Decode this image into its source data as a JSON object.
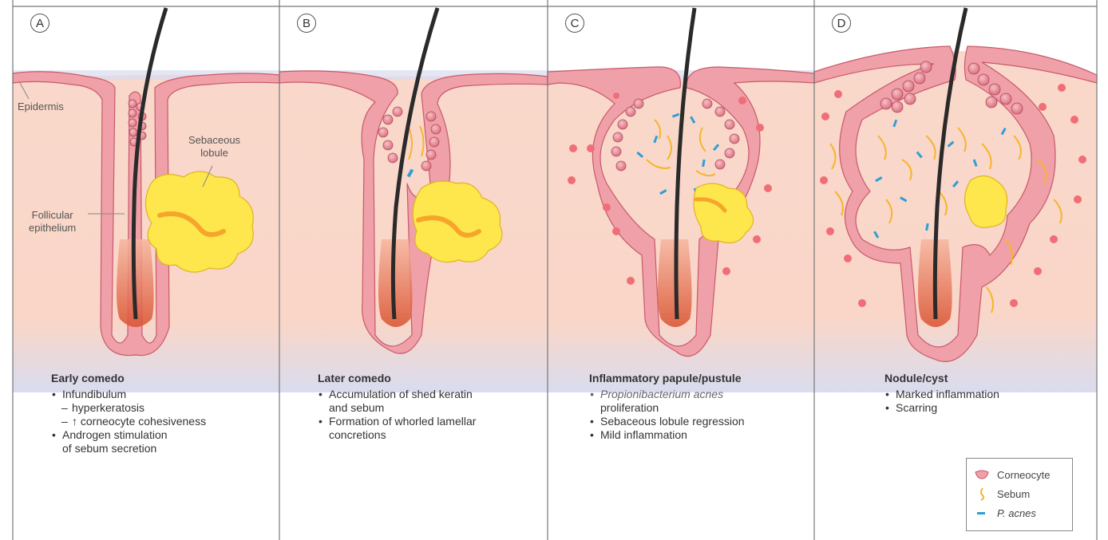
{
  "panels": [
    {
      "letter": "A",
      "title": "Early comedo",
      "items": [
        {
          "text": "Infundibulum",
          "kind": "bullet"
        },
        {
          "text": "hyperkeratosis",
          "kind": "sub"
        },
        {
          "text": "↑ corneocyte cohesiveness",
          "kind": "sub"
        },
        {
          "text": "Androgen stimulation",
          "kind": "bullet"
        },
        {
          "text": "of sebum secretion",
          "kind": "cont"
        }
      ]
    },
    {
      "letter": "B",
      "title": "Later comedo",
      "items": [
        {
          "text": "Accumulation of shed keratin",
          "kind": "bullet"
        },
        {
          "text": "and sebum",
          "kind": "cont"
        },
        {
          "text": "Formation of whorled lamellar",
          "kind": "bullet"
        },
        {
          "text": "concretions",
          "kind": "cont"
        }
      ]
    },
    {
      "letter": "C",
      "title": "Inflammatory papule/pustule",
      "items": [
        {
          "text": "Propionibacterium acnes",
          "kind": "bullet-italic"
        },
        {
          "text": "proliferation",
          "kind": "cont"
        },
        {
          "text": "Sebaceous lobule regression",
          "kind": "bullet"
        },
        {
          "text": "Mild inflammation",
          "kind": "bullet"
        }
      ]
    },
    {
      "letter": "D",
      "title": "Nodule/cyst",
      "items": [
        {
          "text": "Marked inflammation",
          "kind": "bullet"
        },
        {
          "text": "Scarring",
          "kind": "bullet"
        }
      ]
    }
  ],
  "annotations": {
    "epidermis": "Epidermis",
    "sebaceous_line1": "Sebaceous",
    "sebaceous_line2": "lobule",
    "follicular_line1": "Follicular",
    "follicular_line2": "epithelium"
  },
  "legend": {
    "corneocyte": "Corneocyte",
    "sebum": "Sebum",
    "p_acnes": "P. acnes"
  },
  "colors": {
    "skin": "#f9d6c8",
    "epidermis": "#f0a0a8",
    "epidermis_edge": "#c85a6a",
    "sebum": "#f7b52a",
    "gland": "#fde74c",
    "bacteria": "#2e9fd6",
    "hair": "#2a2a2a",
    "dermis_bottom": "#d9dcef"
  }
}
